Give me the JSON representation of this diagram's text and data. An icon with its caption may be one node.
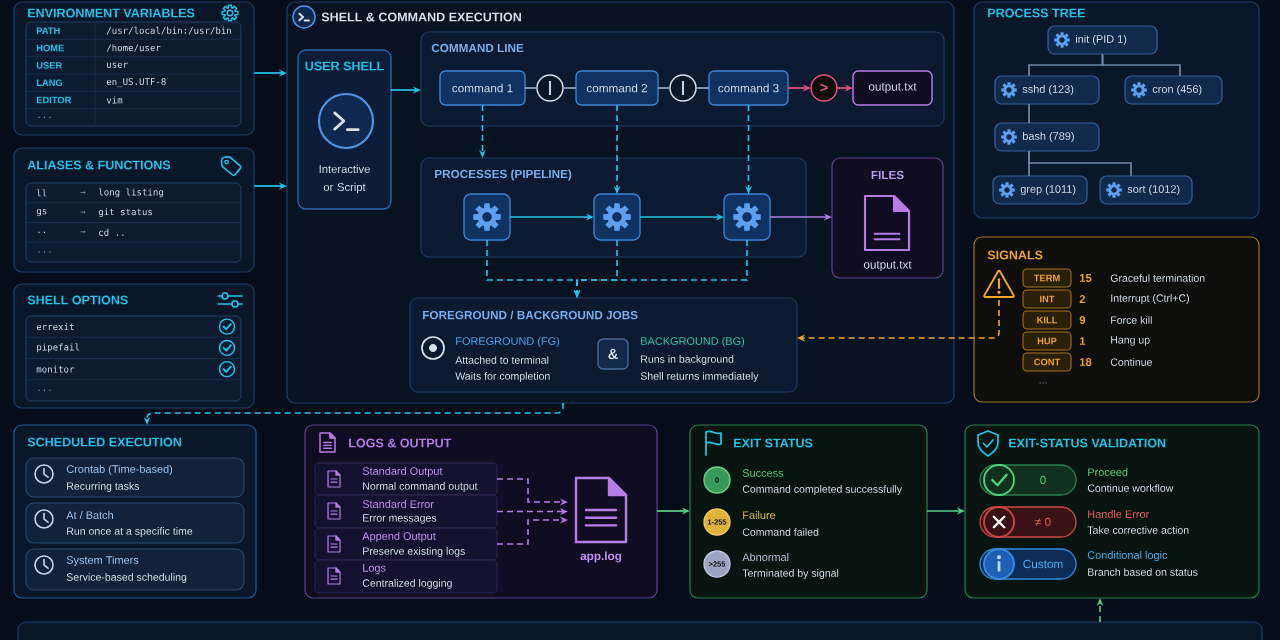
{
  "diagram": {
    "nodes": [
      {
        "text": [
          "ENVIRONMENT VARIABLES",
          "PATH",
          "/usr/local/bin:/usr/bin",
          "HOME",
          "/home/user",
          "USER",
          "user",
          "LANG",
          "en_US.UTF-8",
          "EDITOR",
          "vim",
          "..."
        ]
      },
      {
        "text": [
          "ALIASES & FUNCTIONS",
          "ll",
          "→",
          "long listing",
          "gs",
          "→",
          "git status",
          "..",
          "→",
          "cd ..",
          "..."
        ]
      },
      {
        "text": [
          "SHELL OPTIONS",
          "errexit",
          "pipefail",
          "monitor",
          "..."
        ]
      },
      {
        "text": [
          "SHELL & COMMAND EXECUTION"
        ]
      },
      {
        "text": [
          "USER SHELL",
          "Interactive or Script"
        ],
        "in": 3
      },
      {
        "text": [
          "COMMAND LINE"
        ],
        "in": 3
      },
      {
        "text": [
          "command 1"
        ],
        "in": 5
      },
      {
        "text": [
          "|"
        ],
        "in": 5
      },
      {
        "text": [
          "command 2"
        ],
        "in": 5
      },
      {
        "text": [
          "|"
        ],
        "in": 5
      },
      {
        "text": [
          "command 3"
        ],
        "in": 5
      },
      {
        "text": [
          ">"
        ],
        "in": 5
      },
      {
        "text": [
          "output.txt"
        ],
        "in": 5
      },
      {
        "text": [
          "PROCESSES (PIPELINE)"
        ],
        "in": 3
      },
      {
        "text": [],
        "shape": "box",
        "in": 13
      },
      {
        "text": [],
        "shape": "box",
        "in": 13
      },
      {
        "text": [],
        "shape": "box",
        "in": 13
      },
      {
        "text": [
          "FILES",
          "output.txt"
        ],
        "in": 3
      },
      {
        "text": [
          "FOREGROUND / BACKGROUND JOBS",
          "FOREGROUND (FG)",
          "Attached to terminal",
          "Waits for completion",
          "&",
          "BACKGROUND (BG)",
          "Runs in background",
          "Shell returns immediately"
        ],
        "in": 3
      },
      {
        "text": [
          "PROCESS TREE"
        ]
      },
      {
        "text": [
          "init (PID 1)"
        ],
        "in": 19
      },
      {
        "text": [
          "sshd (123)"
        ],
        "in": 19
      },
      {
        "text": [
          "cron (456)"
        ],
        "in": 19
      },
      {
        "text": [
          "bash (789)"
        ],
        "in": 19
      },
      {
        "text": [
          "grep (1011)"
        ],
        "in": 19
      },
      {
        "text": [
          "sort (1012)"
        ],
        "in": 19
      },
      {
        "text": [
          "SIGNALS",
          "TERM",
          "15",
          "Graceful termination",
          "INT",
          "2",
          "Interrupt (Ctrl+C)",
          "KILL",
          "9",
          "Force kill",
          "HUP",
          "1",
          "Hang up",
          "CONT",
          "18",
          "Continue",
          "..."
        ]
      },
      {
        "text": [
          "SCHEDULED EXECUTION"
        ]
      },
      {
        "text": [
          "Crontab (Time-based)",
          "Recurring tasks"
        ],
        "in": 27
      },
      {
        "text": [
          "At / Batch",
          "Run once at a specific time"
        ],
        "in": 27
      },
      {
        "text": [
          "System Timers",
          "Service-based scheduling"
        ],
        "in": 27
      },
      {
        "text": [
          "LOGS & OUTPUT"
        ]
      },
      {
        "text": [
          "Standard Output",
          "Normal command output"
        ],
        "in": 31
      },
      {
        "text": [
          "Standard Error",
          "Error messages"
        ],
        "in": 31
      },
      {
        "text": [
          "Append Output",
          "Preserve existing logs"
        ],
        "in": 31
      },
      {
        "text": [
          "Logs",
          "Centralized logging"
        ],
        "in": 31
      },
      {
        "text": [
          "app.log"
        ],
        "in": 31
      },
      {
        "text": [
          "EXIT STATUS",
          "0",
          "Success",
          "Command completed successfully",
          "1-255",
          "Failure",
          "Command failed",
          ">255",
          "Abnormal",
          "Terminated by signal"
        ]
      },
      {
        "text": [
          "EXIT-STATUS VALIDATION",
          "0",
          "Proceed",
          "Continue workflow",
          "≠ 0",
          "Handle Error",
          "Take corrective action",
          "Custom",
          "Conditional logic",
          "Branch based on status"
        ]
      },
      {
        "text": [],
        "shape": "box"
      }
    ],
    "edges": [
      {
        "from": 0,
        "to": 3,
        "arrow": "to"
      },
      {
        "from": 1,
        "to": 3,
        "arrow": "to"
      },
      {
        "from": 4,
        "to": 5,
        "arrow": "to"
      },
      {
        "from": 6,
        "to": 7,
        "arrow": "none",
        "color": "#8ea6c8"
      },
      {
        "from": 7,
        "to": 8,
        "arrow": "none",
        "color": "#8ea6c8"
      },
      {
        "from": 8,
        "to": 9,
        "arrow": "none",
        "color": "#8ea6c8"
      },
      {
        "from": 9,
        "to": 10,
        "arrow": "none",
        "color": "#8ea6c8"
      },
      {
        "from": 10,
        "to": 11,
        "arrow": "to",
        "color": "#e3507e"
      },
      {
        "from": 11,
        "to": 12,
        "arrow": "to",
        "color": "#e3507e"
      },
      {
        "from": 6,
        "to": 13,
        "arrow": "to",
        "style": "dashed"
      },
      {
        "from": 8,
        "to": 15,
        "arrow": "to",
        "style": "dashed"
      },
      {
        "from": 10,
        "to": 16,
        "arrow": "to",
        "style": "dashed"
      },
      {
        "from": 14,
        "to": 15,
        "arrow": "to"
      },
      {
        "from": 15,
        "to": 16,
        "arrow": "to"
      },
      {
        "from": 16,
        "to": 17,
        "arrow": "to",
        "color": "#b67ce8"
      },
      {
        "from": 14,
        "to": 18,
        "arrow": "to",
        "style": "dashed"
      },
      {
        "from": 15,
        "to": 18,
        "arrow": "to",
        "style": "dashed"
      },
      {
        "from": 16,
        "to": 18,
        "arrow": "to",
        "style": "dashed"
      },
      {
        "from": 20,
        "to": 21,
        "arrow": "none",
        "color": "#6f86a8"
      },
      {
        "from": 20,
        "to": 22,
        "arrow": "none",
        "color": "#6f86a8"
      },
      {
        "from": 21,
        "to": 23,
        "arrow": "none",
        "color": "#6f86a8"
      },
      {
        "from": 23,
        "to": 24,
        "arrow": "none",
        "color": "#6f86a8"
      },
      {
        "from": 23,
        "to": 25,
        "arrow": "none",
        "color": "#6f86a8"
      },
      {
        "from": 26,
        "to": 18,
        "arrow": "to",
        "style": "dashed",
        "color": "#f2a62a"
      },
      {
        "from": 3,
        "to": 27,
        "arrow": "to",
        "style": "dashed"
      },
      {
        "from": 32,
        "to": 36,
        "arrow": "to",
        "style": "dashed",
        "color": "#b67ce8"
      },
      {
        "from": 33,
        "to": 36,
        "arrow": "to",
        "style": "dashed",
        "color": "#b67ce8"
      },
      {
        "from": 34,
        "to": 36,
        "arrow": "to",
        "style": "dashed",
        "color": "#b67ce8"
      },
      {
        "from": 31,
        "to": 37,
        "arrow": "to",
        "color": "#55d07e"
      },
      {
        "from": 37,
        "to": 38,
        "arrow": "to",
        "color": "#55d07e"
      },
      {
        "from": 39,
        "to": 38,
        "arrow": "to",
        "style": "dashed",
        "color": "#55d07e"
      }
    ]
  }
}
